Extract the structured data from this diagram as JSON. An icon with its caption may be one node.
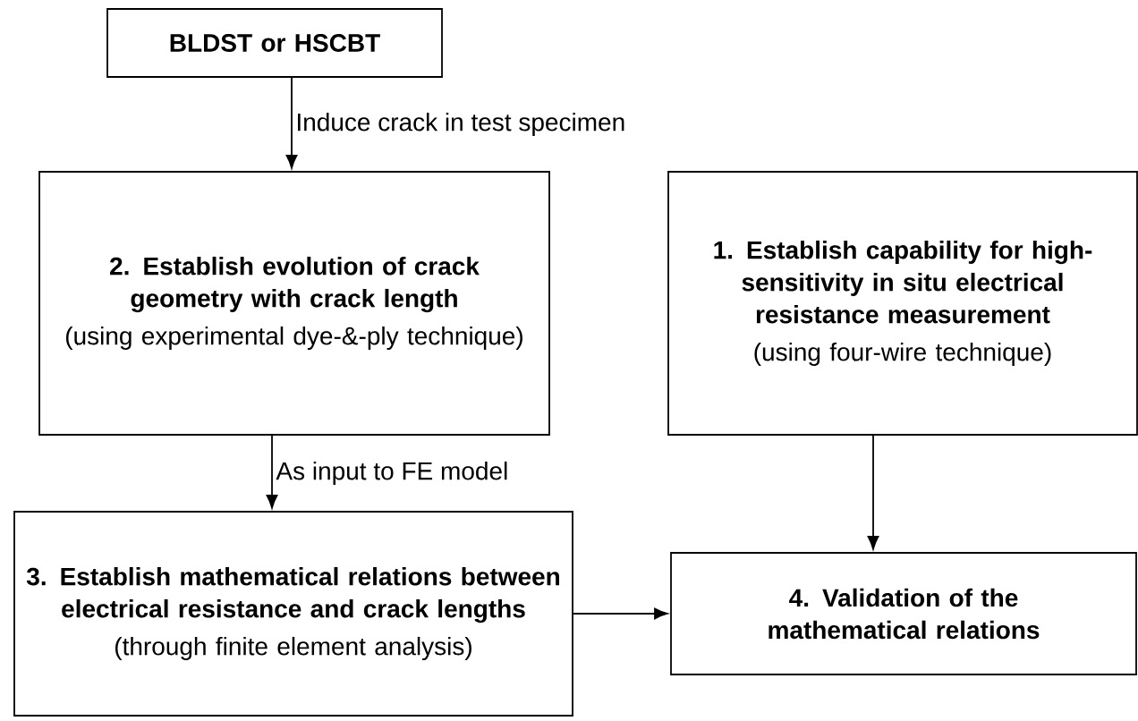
{
  "diagram": {
    "nodes": [
      {
        "text": [
          "BLDST or HSCBT"
        ]
      },
      {
        "text": [
          "2. Establish evolution of crack geometry with crack length",
          "(using experimental dye-&-ply technique)"
        ]
      },
      {
        "text": [
          "1. Establish capability for high-sensitivity in situ electrical resistance measurement",
          "(using four-wire technique)"
        ]
      },
      {
        "text": [
          "3. Establish mathematical relations between electrical resistance and crack lengths",
          "(through finite element analysis)"
        ]
      },
      {
        "text": [
          "4. Validation of the mathematical relations"
        ]
      }
    ],
    "edges": [
      {
        "from": 0,
        "to": 1,
        "arrow": "to",
        "label": "Induce crack in test specimen"
      },
      {
        "from": 1,
        "to": 3,
        "arrow": "to",
        "label": "As input to FE model"
      },
      {
        "from": 2,
        "to": 4,
        "arrow": "to"
      },
      {
        "from": 3,
        "to": 4,
        "arrow": "to"
      }
    ]
  }
}
